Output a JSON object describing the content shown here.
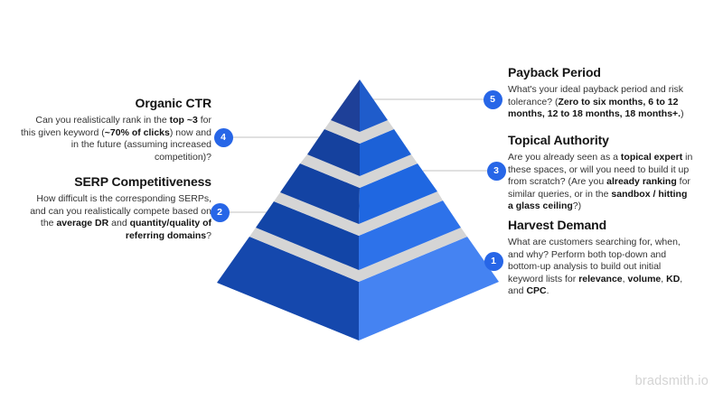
{
  "theme": {
    "background": "#ffffff",
    "badge": "#2766e7",
    "badge_text": "#ffffff",
    "connector": "#dcdcdc",
    "title_color": "#141414",
    "body_color": "#333333",
    "watermark": "#d4d4d4"
  },
  "page": {
    "watermark": "bradsmith.io"
  },
  "pyramid": {
    "levels": 5,
    "colors": {
      "l5_left": "#1e4098",
      "l5_right": "#1f5ccb",
      "l4_left": "#15419e",
      "l4_right": "#1c61d7",
      "l3_left": "#1343a3",
      "l3_right": "#1f67e1",
      "l2_left": "#1245a7",
      "l2_right": "#2d72ea",
      "l1_left": "#1548ad",
      "l1_right": "#4583f2",
      "gap": "#d5d5d5"
    }
  },
  "annotations": {
    "left": [
      {
        "number": "4",
        "title": "Organic CTR",
        "body": [
          {
            "t": "Can you realistically rank in the ",
            "b": false
          },
          {
            "t": "top ~3",
            "b": true
          },
          {
            "t": " for this given keyword (",
            "b": false
          },
          {
            "t": "~70% of clicks",
            "b": true
          },
          {
            "t": ") now and in the future (assuming increased competition)?",
            "b": false
          }
        ]
      },
      {
        "number": "2",
        "title": "SERP Competitiveness",
        "body": [
          {
            "t": "How difficult is the corresponding SERPs, and can you realistically compete based on the ",
            "b": false
          },
          {
            "t": "average DR",
            "b": true
          },
          {
            "t": " and ",
            "b": false
          },
          {
            "t": "quantity/quality of referring domains",
            "b": true
          },
          {
            "t": "?",
            "b": false
          }
        ]
      }
    ],
    "right": [
      {
        "number": "5",
        "title": "Payback Period",
        "body": [
          {
            "t": "What's your ideal payback period and risk tolerance? (",
            "b": false
          },
          {
            "t": "Zero to six months, 6 to 12 months, 12 to 18 months, 18 months+.",
            "b": true
          },
          {
            "t": ")",
            "b": false
          }
        ]
      },
      {
        "number": "3",
        "title": "Topical Authority",
        "body": [
          {
            "t": "Are you already seen as a ",
            "b": false
          },
          {
            "t": "topical expert",
            "b": true
          },
          {
            "t": " in these spaces, or will you need to build it up from scratch? (Are you ",
            "b": false
          },
          {
            "t": "already ranking",
            "b": true
          },
          {
            "t": " for similar queries, or in the ",
            "b": false
          },
          {
            "t": "sandbox / hitting a glass ceiling",
            "b": true
          },
          {
            "t": "?)",
            "b": false
          }
        ]
      },
      {
        "number": "1",
        "title": "Harvest Demand",
        "body": [
          {
            "t": "What are customers searching for, when, and why? Perform both top-down and bottom-up analysis to build out initial keyword lists for ",
            "b": false
          },
          {
            "t": "relevance",
            "b": true
          },
          {
            "t": ", ",
            "b": false
          },
          {
            "t": "volume",
            "b": true
          },
          {
            "t": ", ",
            "b": false
          },
          {
            "t": "KD",
            "b": true
          },
          {
            "t": ", and ",
            "b": false
          },
          {
            "t": "CPC",
            "b": true
          },
          {
            "t": ".",
            "b": false
          }
        ]
      }
    ]
  }
}
